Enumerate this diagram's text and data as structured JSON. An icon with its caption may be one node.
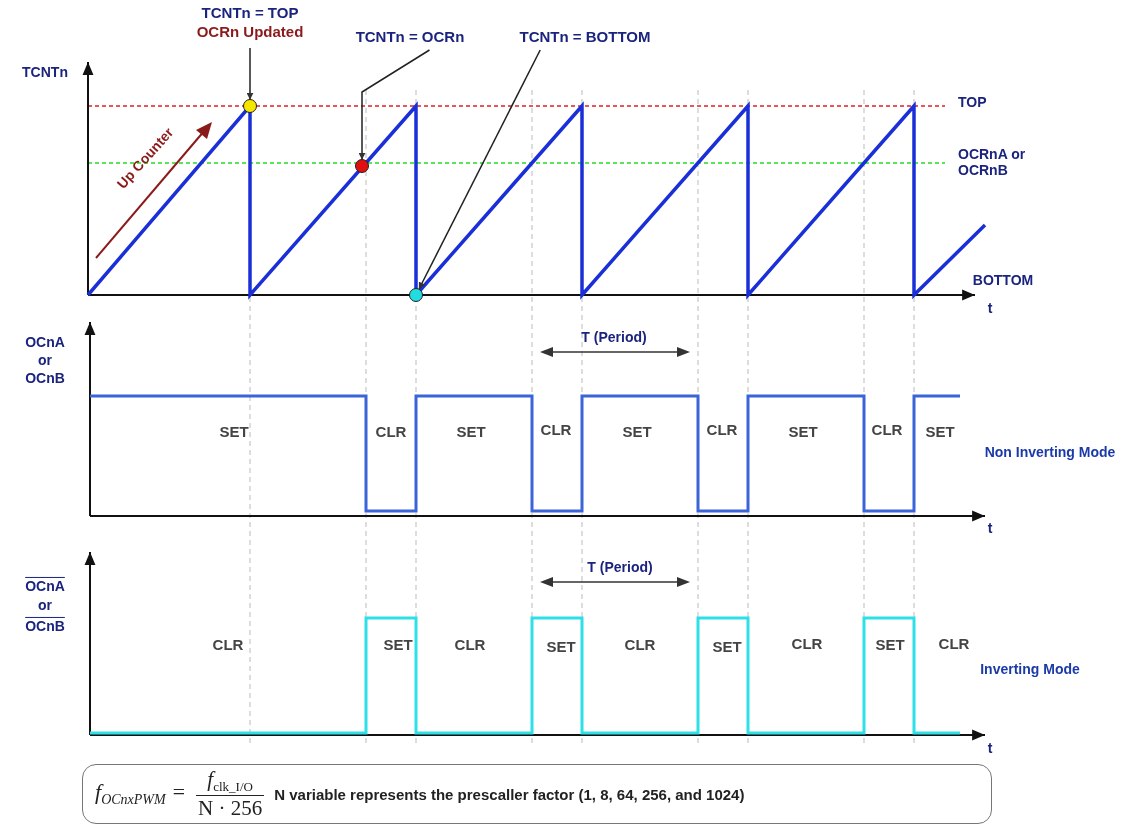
{
  "diagram": {
    "nodes": [
      {
        "text": [
          "TCNTn = TOP",
          "OCRn Updated"
        ]
      },
      {
        "text": [
          "TCNTn = OCRn"
        ]
      },
      {
        "text": [
          "TCNTn = BOTTOM"
        ]
      },
      {
        "text": [],
        "shape": "circle"
      },
      {
        "text": [],
        "shape": "circle"
      },
      {
        "text": [],
        "shape": "circle"
      },
      {
        "text": [
          "f$_{OCnxPWM}$ =",
          "f$_{clk_I/O}$",
          "N · 256",
          "N variable represents the prescaller factor (1, 8, 64, 256, and 1024)"
        ]
      }
    ],
    "edges": [
      {
        "from": 0,
        "to": 3,
        "arrow": "to"
      },
      {
        "from": 1,
        "to": 4,
        "arrow": "to"
      },
      {
        "from": 2,
        "to": 5,
        "arrow": "to"
      }
    ],
    "labels": [
      "TCNTn",
      "Up Counter",
      "TOP",
      "OCRnA or OCRnB",
      "BOTTOM",
      "t",
      "OCnA",
      "or",
      "OCnB",
      "T (Period)",
      "SET",
      "CLR",
      "SET",
      "CLR",
      "SET",
      "CLR",
      "SET",
      "CLR",
      "SET",
      "Non Inverting Mode",
      "t",
      "OCnA",
      "or",
      "OCnB",
      "T (Period)",
      "CLR",
      "SET",
      "CLR",
      "SET",
      "CLR",
      "SET",
      "CLR",
      "SET",
      "CLR",
      "Inverting Mode",
      "t"
    ]
  }
}
